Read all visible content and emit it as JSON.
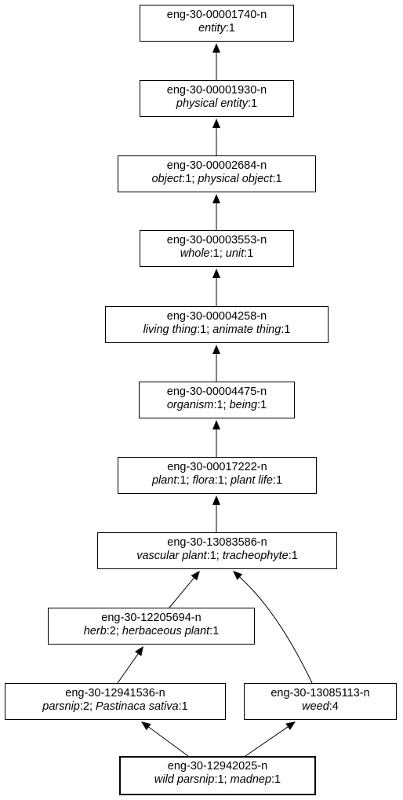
{
  "nodes": [
    {
      "key": "n1740",
      "id": "eng-30-00001740-n",
      "words": [
        {
          "lemma": "entity",
          "sense": "1"
        }
      ]
    },
    {
      "key": "n1930",
      "id": "eng-30-00001930-n",
      "words": [
        {
          "lemma": "physical entity",
          "sense": "1"
        }
      ]
    },
    {
      "key": "n2684",
      "id": "eng-30-00002684-n",
      "words": [
        {
          "lemma": "object",
          "sense": "1"
        },
        {
          "lemma": "physical object",
          "sense": "1"
        }
      ]
    },
    {
      "key": "n3553",
      "id": "eng-30-00003553-n",
      "words": [
        {
          "lemma": "whole",
          "sense": "1"
        },
        {
          "lemma": "unit",
          "sense": "1"
        }
      ]
    },
    {
      "key": "n4258",
      "id": "eng-30-00004258-n",
      "words": [
        {
          "lemma": "living thing",
          "sense": "1"
        },
        {
          "lemma": "animate thing",
          "sense": "1"
        }
      ]
    },
    {
      "key": "n4475",
      "id": "eng-30-00004475-n",
      "words": [
        {
          "lemma": "organism",
          "sense": "1"
        },
        {
          "lemma": "being",
          "sense": "1"
        }
      ]
    },
    {
      "key": "n17222",
      "id": "eng-30-00017222-n",
      "words": [
        {
          "lemma": "plant",
          "sense": "1"
        },
        {
          "lemma": "flora",
          "sense": "1"
        },
        {
          "lemma": "plant life",
          "sense": "1"
        }
      ]
    },
    {
      "key": "n13083586",
      "id": "eng-30-13083586-n",
      "words": [
        {
          "lemma": "vascular plant",
          "sense": "1"
        },
        {
          "lemma": "tracheophyte",
          "sense": "1"
        }
      ]
    },
    {
      "key": "n12205694",
      "id": "eng-30-12205694-n",
      "words": [
        {
          "lemma": "herb",
          "sense": "2"
        },
        {
          "lemma": "herbaceous plant",
          "sense": "1"
        }
      ]
    },
    {
      "key": "n12941536",
      "id": "eng-30-12941536-n",
      "words": [
        {
          "lemma": "parsnip",
          "sense": "2"
        },
        {
          "lemma": "Pastinaca sativa",
          "sense": "1"
        }
      ]
    },
    {
      "key": "n13085113",
      "id": "eng-30-13085113-n",
      "words": [
        {
          "lemma": "weed",
          "sense": "4"
        }
      ]
    },
    {
      "key": "n12942025",
      "id": "eng-30-12942025-n",
      "focus": true,
      "words": [
        {
          "lemma": "wild parsnip",
          "sense": "1"
        },
        {
          "lemma": "madnep",
          "sense": "1"
        }
      ]
    }
  ],
  "edges": [
    {
      "from": "n1930",
      "to": "n1740"
    },
    {
      "from": "n2684",
      "to": "n1930"
    },
    {
      "from": "n3553",
      "to": "n2684"
    },
    {
      "from": "n4258",
      "to": "n3553"
    },
    {
      "from": "n4475",
      "to": "n4258"
    },
    {
      "from": "n17222",
      "to": "n4475"
    },
    {
      "from": "n13083586",
      "to": "n17222"
    },
    {
      "from": "n12205694",
      "to": "n13083586"
    },
    {
      "from": "n13085113",
      "to": "n13083586"
    },
    {
      "from": "n12941536",
      "to": "n12205694"
    },
    {
      "from": "n12942025",
      "to": "n12941536"
    },
    {
      "from": "n12942025",
      "to": "n13085113"
    }
  ]
}
